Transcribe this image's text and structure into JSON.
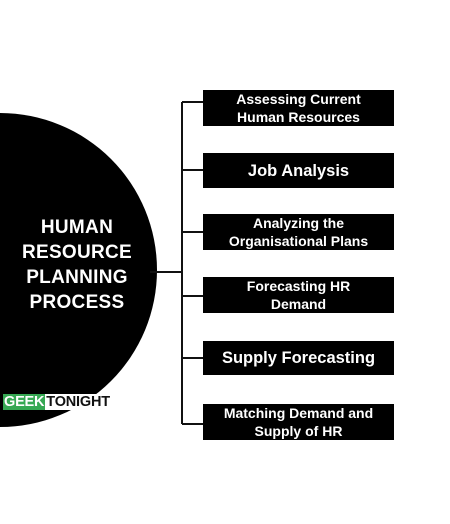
{
  "center": {
    "lines": [
      "HUMAN",
      "RESOURCE",
      "PLANNING",
      "PROCESS"
    ]
  },
  "logo": {
    "geek": "GEEK",
    "tonight": "TONIGHT",
    "color": "#36a853"
  },
  "steps": [
    {
      "lines": [
        "Assessing Current",
        "Human Resources"
      ]
    },
    {
      "lines": [
        "Job Analysis"
      ]
    },
    {
      "lines": [
        "Analyzing the",
        "Organisational Plans"
      ]
    },
    {
      "lines": [
        "Forecasting HR",
        "Demand"
      ]
    },
    {
      "lines": [
        "Supply Forecasting"
      ]
    },
    {
      "lines": [
        "Matching Demand and",
        "Supply of HR"
      ]
    }
  ]
}
